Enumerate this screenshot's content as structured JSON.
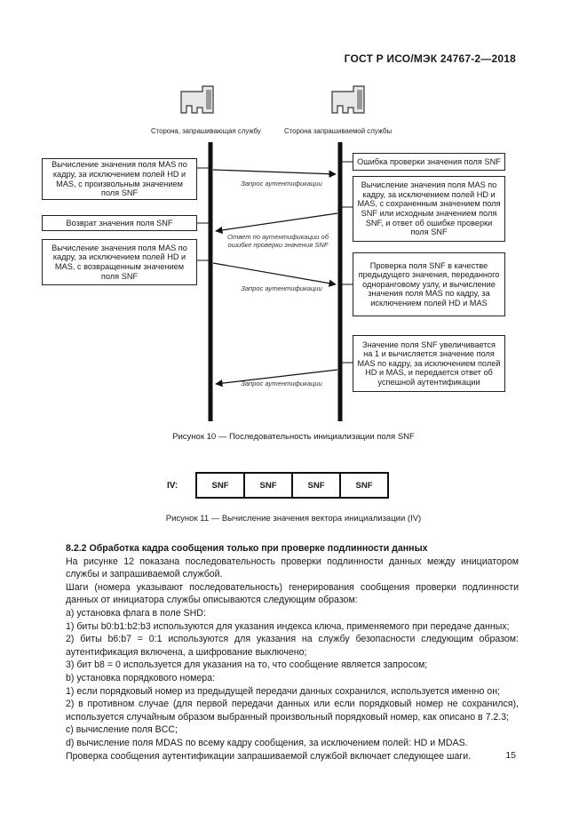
{
  "header": {
    "standard": "ГОСТ Р ИСО/МЭК 24767-2—2018"
  },
  "figure10": {
    "left_party": "Сторона, запрашивающая службу",
    "right_party": "Сторона запрашиваемой службы",
    "left_boxes": [
      "Вычисление значения поля MAS по кадру, за исключением полей HD и MAS, с произвольным значением поля SNF",
      "Возврат значения поля SNF",
      "Вычисление значения поля MAS по кадру, за исключением полей HD и MAS, с возвращенным значением поля SNF"
    ],
    "right_boxes": [
      "Ошибка проверки значения поля SNF",
      "Вычисление значения поля MAS по кадру, за исключением полей HD и MAS, с сохраненным значением поля SNF или исходным значением поля SNF, и ответ об ошибке проверки поля SNF",
      "Проверка поля SNF в качестве предыдущего значения, переданного одноранговому узлу, и вычисление значения поля MAS по кадру, за исключением полей HD и MAS",
      "Значение поля SNF увеличивается на 1 и вычисляется значение поля MAS по кадру, за исключением полей HD и MAS, и передается ответ об успешной аутентификации"
    ],
    "arrow_labels": [
      "Запрос аутентификации",
      "Ответ по аутентификации об ошибке проверки значения SNF",
      "Запрос аутентификации",
      "Запрос аутентификации"
    ],
    "caption": "Рисунок 10 — Последовательность инициализации поля SNF"
  },
  "figure11": {
    "label": "IV:",
    "cells": [
      "SNF",
      "SNF",
      "SNF",
      "SNF"
    ],
    "caption": "Рисунок 11 — Вычисление значения вектора инициализации (IV)"
  },
  "body": {
    "heading": "8.2.2 Обработка кадра сообщения только при проверке подлинности данных",
    "lines": [
      "На рисунке 12 показана последовательность проверки подлинности данных между инициатором службы и запрашиваемой службой.",
      "Шаги (номера указывают последовательность) генерирования сообщения проверки подлинности данных от инициатора службы описываются следующим образом:",
      "а) установка флага в поле SHD:",
      "1) биты b0:b1:b2:b3 используются для указания индекса ключа, применяемого при передаче данных;",
      "2) биты b6:b7 = 0:1 используются для указания на службу безопасности следующим образом: аутентификация включена, а шифрование выключено;",
      "3) бит b8 = 0 используется для указания на то, что сообщение является запросом;",
      "b) установка порядкового номера:",
      "1) если порядковый номер из предыдущей передачи данных сохранился, используется именно он;",
      "2) в противном случае (для первой передачи данных или если порядковый номер не сохранился), используется случайным образом выбранный произвольный порядковый номер, как описано в 7.2.3;",
      "с) вычисление поля BCC;",
      "d) вычисление поля MDAS по всему кадру сообщения, за исключением полей: HD и MDAS.",
      "Проверка сообщения аутентификации запрашиваемой службой включает следующее шаги."
    ]
  },
  "page_number": "15"
}
